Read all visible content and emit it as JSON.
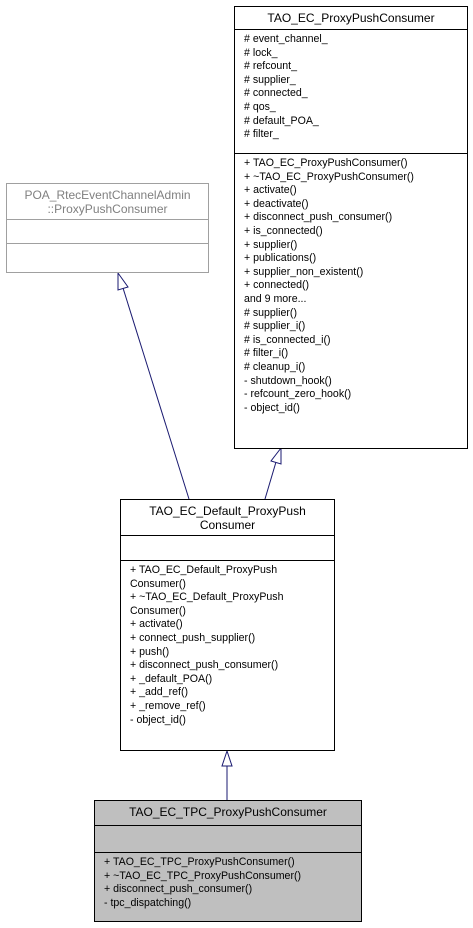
{
  "classes": {
    "proxy_push_consumer": {
      "title": [
        "TAO_EC_ProxyPushConsumer"
      ],
      "attributes": [
        "# event_channel_",
        "# lock_",
        "# refcount_",
        "# supplier_",
        "# connected_",
        "# qos_",
        "# default_POA_",
        "# filter_"
      ],
      "methods": [
        "+ TAO_EC_ProxyPushConsumer()",
        "+ ~TAO_EC_ProxyPushConsumer()",
        "+ activate()",
        "+ deactivate()",
        "+ disconnect_push_consumer()",
        "+ is_connected()",
        "+ supplier()",
        "+ publications()",
        "+ supplier_non_existent()",
        "+ connected()",
        "and 9 more...",
        "# supplier()",
        "# supplier_i()",
        "# is_connected_i()",
        "# filter_i()",
        "# cleanup_i()",
        "- shutdown_hook()",
        "- refcount_zero_hook()",
        "- object_id()"
      ]
    },
    "poa_proxy_push_consumer": {
      "title": [
        "POA_RtecEventChannelAdmin",
        "::ProxyPushConsumer"
      ],
      "attributes": [],
      "methods": []
    },
    "default_proxy_push_consumer": {
      "title": [
        "TAO_EC_Default_ProxyPush",
        "Consumer"
      ],
      "attributes": [],
      "methods": [
        "+ TAO_EC_Default_ProxyPush",
        "Consumer()",
        "+ ~TAO_EC_Default_ProxyPush",
        "Consumer()",
        "+ activate()",
        "+ connect_push_supplier()",
        "+ push()",
        "+ disconnect_push_consumer()",
        "+ _default_POA()",
        "+ _add_ref()",
        "+ _remove_ref()",
        "- object_id()"
      ]
    },
    "tpc_proxy_push_consumer": {
      "title": [
        "TAO_EC_TPC_ProxyPushConsumer"
      ],
      "attributes": [],
      "methods": [
        "+ TAO_EC_TPC_ProxyPushConsumer()",
        "+ ~TAO_EC_TPC_ProxyPushConsumer()",
        "+ disconnect_push_consumer()",
        "- tpc_dispatching()"
      ]
    }
  },
  "colors": {
    "line": "#000000",
    "external_class_border": "#a0a0a0",
    "external_class_text": "#808080",
    "highlight_fill": "#bfbfbf",
    "inheritance_arrow": "#191970"
  }
}
